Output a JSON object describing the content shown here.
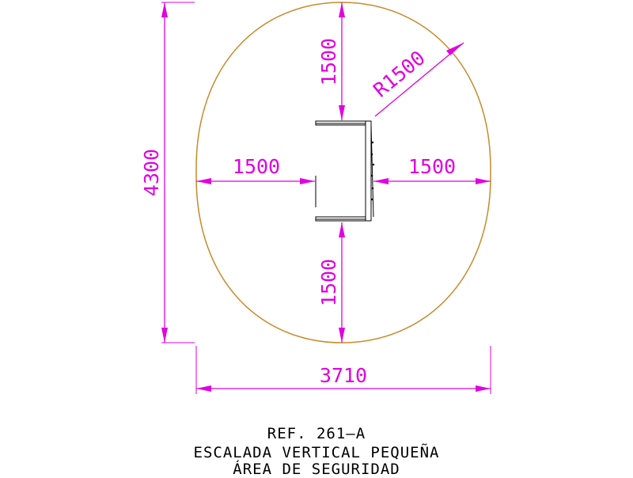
{
  "dimensions": {
    "total_height": "4300",
    "total_width": "3710",
    "top_clearance": "1500",
    "bottom_clearance": "1500",
    "left_clearance": "1500",
    "right_clearance": "1500",
    "corner_radius": "R1500"
  },
  "caption": {
    "reference": "REF. 261–A",
    "title": "ESCALADA VERTICAL PEQUEÑA",
    "subtitle": "ÁREA DE SEGURIDAD"
  },
  "colors": {
    "dimension": "#e000e0",
    "safety_area": "#c98a2b",
    "equipment": "#000000"
  }
}
